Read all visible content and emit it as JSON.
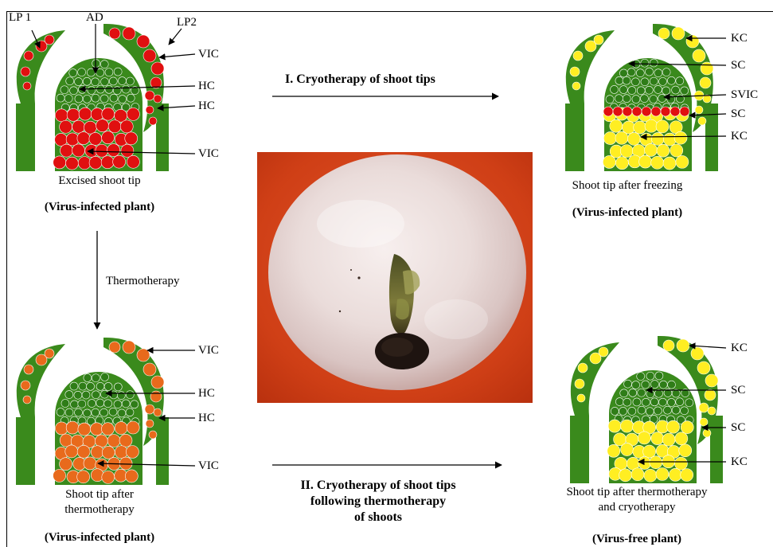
{
  "colors": {
    "leaf_green": "#3a8a1c",
    "cell_green": "#2f7d18",
    "virus_red": "#e01010",
    "thermo_orange": "#e86a1c",
    "killed_yellow": "#ffee22",
    "photo_background": "#d8421a",
    "photo_bead": "#f1e6e3"
  },
  "diagrams": {
    "excised": {
      "labels": {
        "lp1": "LP 1",
        "ad": "AD",
        "lp2": "LP2",
        "vic_top": "VIC",
        "hc1": "HC",
        "hc2": "HC",
        "vic_bottom": "VIC"
      },
      "caption": "Excised shoot tip",
      "status": "(Virus-infected plant)"
    },
    "freezing": {
      "labels": {
        "kc_top": "KC",
        "sc1": "SC",
        "svic": "SVIC",
        "sc2": "SC",
        "kc_bottom": "KC"
      },
      "caption": "Shoot tip after freezing",
      "status": "(Virus-infected plant)"
    },
    "thermo": {
      "labels": {
        "vic_top": "VIC",
        "hc1": "HC",
        "hc2": "HC",
        "vic_bottom": "VIC"
      },
      "caption_line1": "Shoot tip after",
      "caption_line2": "thermotherapy",
      "status": "(Virus-infected plant)"
    },
    "thermo_cryo": {
      "labels": {
        "kc_top": "KC",
        "sc1": "SC",
        "sc2": "SC",
        "kc_bottom": "KC"
      },
      "caption_line1": "Shoot tip after thermotherapy",
      "caption_line2": "and cryotherapy",
      "status": "(Virus-free plant)"
    }
  },
  "flows": {
    "cryotherapy": "I. Cryotherapy of shoot tips",
    "thermotherapy": "Thermotherapy",
    "combined_line1": "II. Cryotherapy of shoot tips",
    "combined_line2": "following thermotherapy",
    "combined_line3": "of shoots"
  }
}
